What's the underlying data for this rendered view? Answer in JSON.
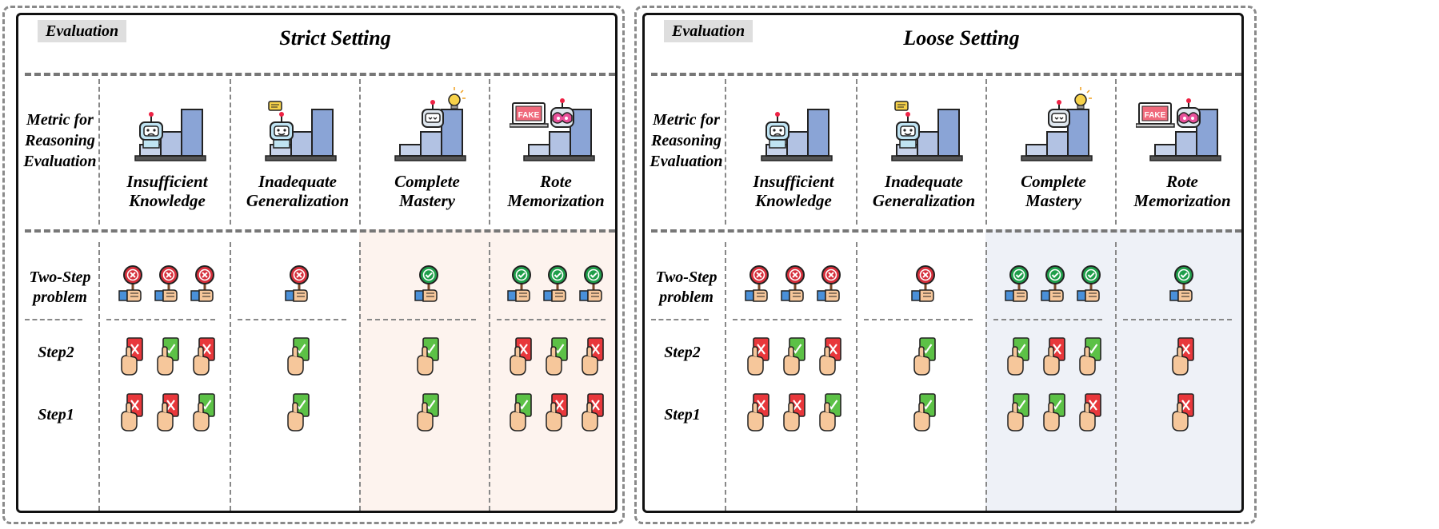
{
  "panels": [
    {
      "tag": "Evaluation",
      "title": "Strict Setting",
      "metric_label": [
        "Metric for",
        "Reasoning",
        "Evaluation"
      ],
      "columns": [
        {
          "name": [
            "Insufficient",
            "Knowledge"
          ],
          "two_step": [
            "fail",
            "fail",
            "fail"
          ],
          "step2": [
            "wrong",
            "right",
            "wrong"
          ],
          "step1": [
            "wrong",
            "wrong",
            "right"
          ]
        },
        {
          "name": [
            "Inadequate",
            "Generalization"
          ],
          "two_step": [
            "fail"
          ],
          "step2": [
            "right"
          ],
          "step1": [
            "right"
          ]
        },
        {
          "name": [
            "Complete",
            "Mastery"
          ],
          "two_step": [
            "pass"
          ],
          "step2": [
            "right"
          ],
          "step1": [
            "right"
          ]
        },
        {
          "name": [
            "Rote",
            "Memorization"
          ],
          "two_step": [
            "pass",
            "pass",
            "pass"
          ],
          "step2": [
            "wrong",
            "right",
            "wrong"
          ],
          "step1": [
            "right",
            "wrong",
            "wrong"
          ]
        }
      ],
      "row_labels": {
        "two_step": [
          "Two-Step",
          "problem"
        ],
        "step2": "Step2",
        "step1": "Step1"
      },
      "tint_color": "#fdf3ee",
      "tint_columns": [
        2,
        3
      ]
    },
    {
      "tag": "Evaluation",
      "title": "Loose Setting",
      "metric_label": [
        "Metric for",
        "Reasoning",
        "Evaluation"
      ],
      "columns": [
        {
          "name": [
            "Insufficient",
            "Knowledge"
          ],
          "two_step": [
            "fail",
            "fail",
            "fail"
          ],
          "step2": [
            "wrong",
            "right",
            "wrong"
          ],
          "step1": [
            "wrong",
            "wrong",
            "right"
          ]
        },
        {
          "name": [
            "Inadequate",
            "Generalization"
          ],
          "two_step": [
            "fail"
          ],
          "step2": [
            "right"
          ],
          "step1": [
            "right"
          ]
        },
        {
          "name": [
            "Complete",
            "Mastery"
          ],
          "two_step": [
            "pass",
            "pass",
            "pass"
          ],
          "step2": [
            "right",
            "wrong",
            "right"
          ],
          "step1": [
            "right",
            "right",
            "wrong"
          ]
        },
        {
          "name": [
            "Rote",
            "Memorization"
          ],
          "two_step": [
            "pass"
          ],
          "step2": [
            "wrong"
          ],
          "step1": [
            "wrong"
          ]
        }
      ],
      "row_labels": {
        "two_step": [
          "Two-Step",
          "problem"
        ],
        "step2": "Step2",
        "step1": "Step1"
      },
      "tint_color": "#eef1f7",
      "tint_columns": [
        2,
        3
      ]
    }
  ],
  "badge_text": "FAKE",
  "colors": {
    "card_right": "#5cc146",
    "card_wrong": "#e8373b",
    "sign_pass": "#1f9e4a",
    "sign_fail": "#d62f3b",
    "bar_light": "#c7d3ea",
    "bar_mid": "#b2c2e3",
    "bar_dark": "#8aa4d6",
    "skin": "#f6c79b"
  },
  "icons": {
    "column_header": "bar-chart-with-robot-icon",
    "pass_sign": "check-sign-held-icon",
    "fail_sign": "cross-sign-held-icon",
    "right_card": "check-card-held-icon",
    "wrong_card": "cross-card-held-icon"
  }
}
